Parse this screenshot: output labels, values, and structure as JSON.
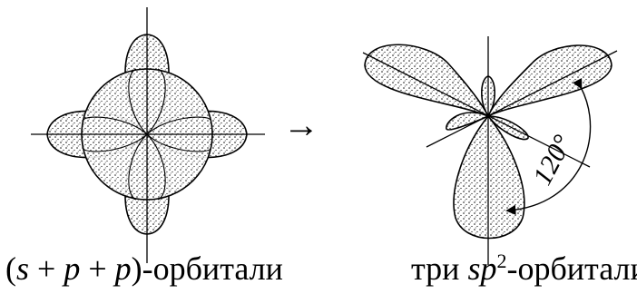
{
  "left_caption": {
    "prefix": "(",
    "s": "s",
    "p1": "p",
    "p2": "p",
    "plus": " + ",
    "suffix": ")-орбитали"
  },
  "right_caption": {
    "prefix": "три ",
    "sp": "sp",
    "exp": "2",
    "suffix": "-орбитали"
  },
  "arrow": "→",
  "angle": "120°"
}
